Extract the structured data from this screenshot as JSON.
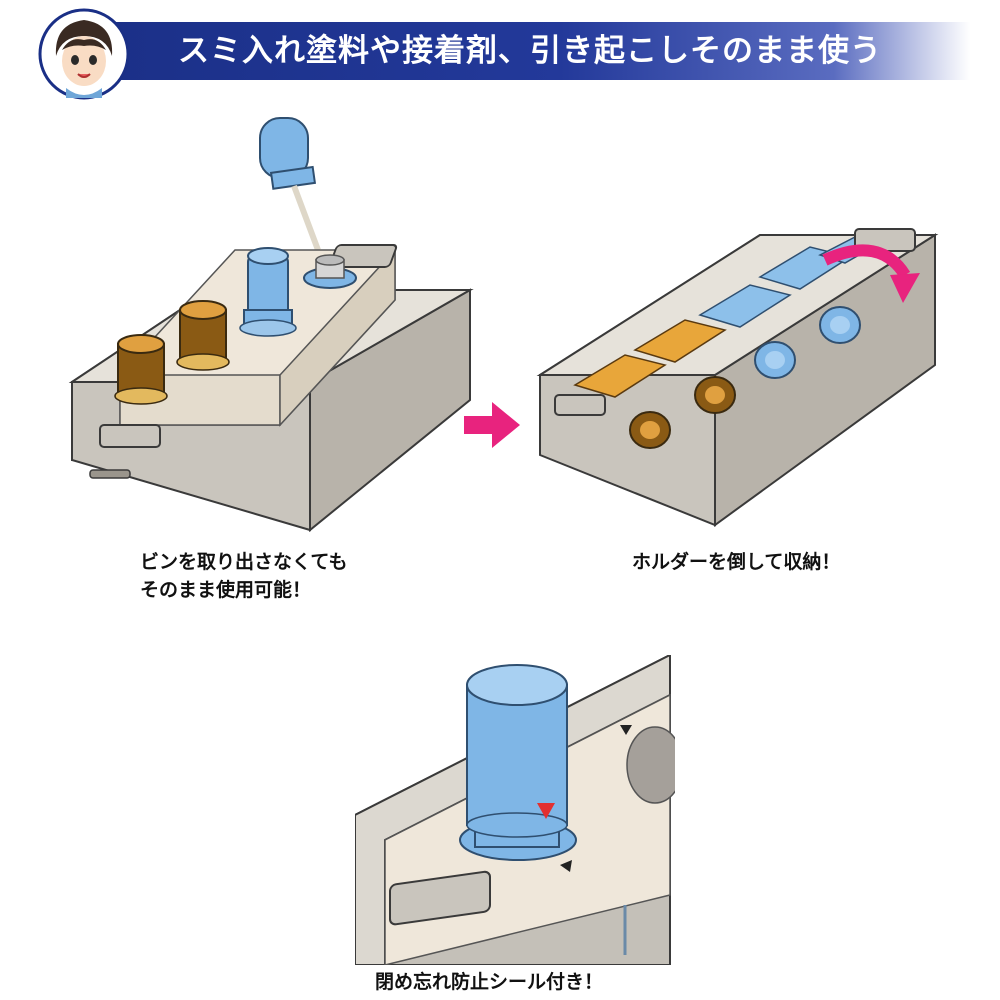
{
  "banner": {
    "title": "スミ入れ塗料や接着剤、引き起こしそのまま使う"
  },
  "captions": {
    "left_line1": "ビンを取り出さなくても",
    "left_line2": "そのまま使用可能！",
    "right": "ホルダーを倒して収納！",
    "bottom": "閉め忘れ防止シール付き！"
  },
  "colors": {
    "banner": "#23399a",
    "box_gray": "#c9c5bd",
    "holder_beige": "#efe7da",
    "bottle_blue": "#7fb6e6",
    "cap_amber": "#b87a1e",
    "arrow_pink": "#e8237e"
  }
}
